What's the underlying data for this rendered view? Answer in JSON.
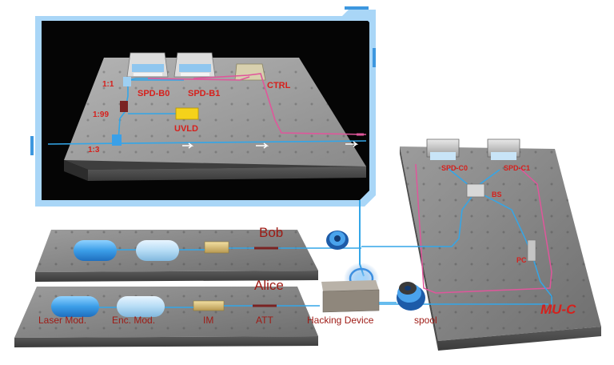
{
  "inset": {
    "labels": {
      "ratio_top": "1:1",
      "ratio_mid": "1:99",
      "ratio_low": "1:3",
      "spd_b0": "SPD-B0",
      "spd_b1": "SPD-B1",
      "ctrl": "CTRL",
      "uvld": "UVLD"
    }
  },
  "bob": {
    "title": "Bob"
  },
  "alice": {
    "title": "Alice",
    "components": {
      "laser": "Laser Mod.",
      "enc": "Enc. Mod.",
      "im": "IM",
      "att": "ATT"
    }
  },
  "middle": {
    "hacking": "Hacking Device",
    "spool": "spool"
  },
  "muc": {
    "title": "MU-C",
    "spd_c0": "SPD-C0",
    "spd_c1": "SPD-C1",
    "bs": "BS",
    "pc": "PC"
  },
  "colors": {
    "fiber_blue": "#33a6e8",
    "fiber_pink": "#e0569b",
    "label_red": "#d6201c",
    "frame_blue": "#3d97df"
  }
}
